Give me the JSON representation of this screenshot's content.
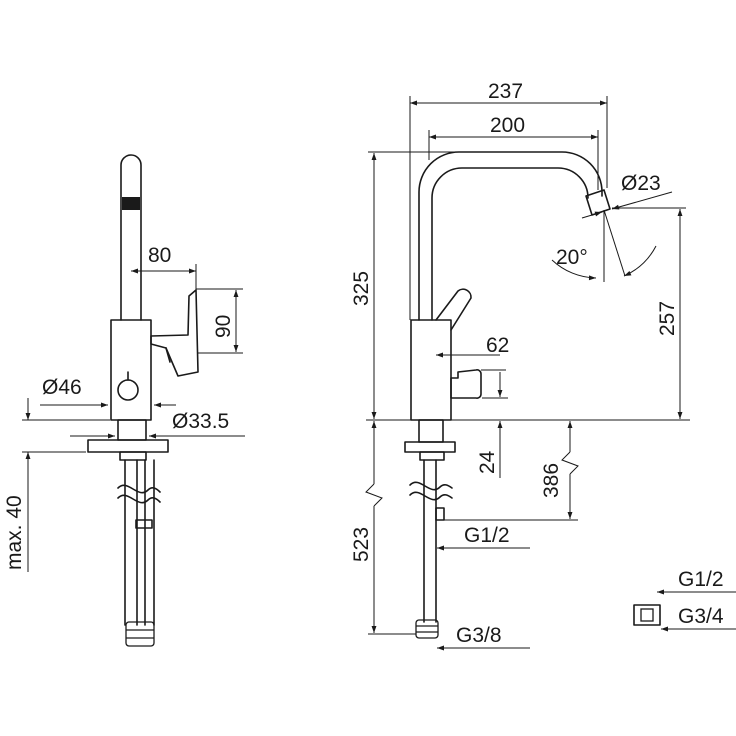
{
  "labels": {
    "side_depth": "80",
    "side_lever_height": "90",
    "side_body_dia": "Ø46",
    "side_shank_dia": "Ø33.5",
    "side_max_thickness": "max. 40",
    "front_reach_total": "237",
    "front_reach_inner": "200",
    "front_height_total": "325",
    "front_outlet_dia": "Ø23",
    "front_tilt_angle": "20°",
    "front_outlet_height": "257",
    "front_handle_depth": "62",
    "front_base_height": "24",
    "front_hose_length": "386",
    "front_pipe_length": "523",
    "front_thread_inlet": "G1/2",
    "front_thread_hose": "G3/8",
    "adapter_thread_top": "G1/2",
    "adapter_thread_bottom": "G3/4"
  }
}
